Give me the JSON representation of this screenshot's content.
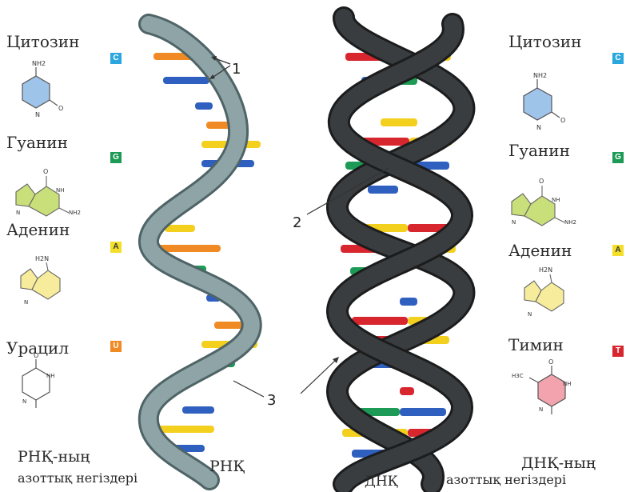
{
  "rna_bases": [
    {
      "name": "Цитозин",
      "letter": "C",
      "color": "#2aa7df"
    },
    {
      "name": "Гуанин",
      "letter": "G",
      "color": "#1d9a55"
    },
    {
      "name": "Аденин",
      "letter": "A",
      "color": "#f3df2a"
    },
    {
      "name": "Урацил",
      "letter": "U",
      "color": "#f08a24"
    }
  ],
  "dna_bases": [
    {
      "name": "Цитозин",
      "letter": "C",
      "color": "#2aa7df"
    },
    {
      "name": "Гуанин",
      "letter": "G",
      "color": "#1d9a55"
    },
    {
      "name": "Аденин",
      "letter": "A",
      "color": "#f3df2a"
    },
    {
      "name": "Тимин",
      "letter": "T",
      "color": "#d8262e"
    }
  ],
  "formula_labels": {
    "cytosine": {
      "amine": "NH2",
      "n": "N",
      "o": "O"
    },
    "guanine": {
      "o": "O",
      "nh": "NH",
      "nh2": "NH2",
      "n": "N"
    },
    "adenine": {
      "amine": "H2N",
      "n": "N"
    },
    "uracil": {
      "o": "O",
      "nh": "NH",
      "n": "N"
    },
    "thymine": {
      "methyl": "H3C",
      "o": "O",
      "nh": "NH",
      "n": "N"
    }
  },
  "pointer_labels": {
    "one": "1",
    "two": "2",
    "three": "3"
  },
  "captions": {
    "rna_bases_line1": "РНҚ-ның",
    "rna_bases_line2": "азоттық негіздері",
    "rna": "РНҚ",
    "dna": "ДНҚ",
    "dna_bases_line1": "ДНҚ-ның",
    "dna_bases_line2": "азоттық негіздері"
  },
  "colors": {
    "rna_backbone": "#8fa4a6",
    "rna_backbone_edge": "#4f6466",
    "dna_backbone": "#3a3d3f",
    "dna_backbone_edge": "#1b1c1d",
    "orange": "#f08a24",
    "blue": "#2f5fbf",
    "yellow": "#f3cf1e",
    "green": "#1d9a55",
    "red": "#d8262e"
  }
}
